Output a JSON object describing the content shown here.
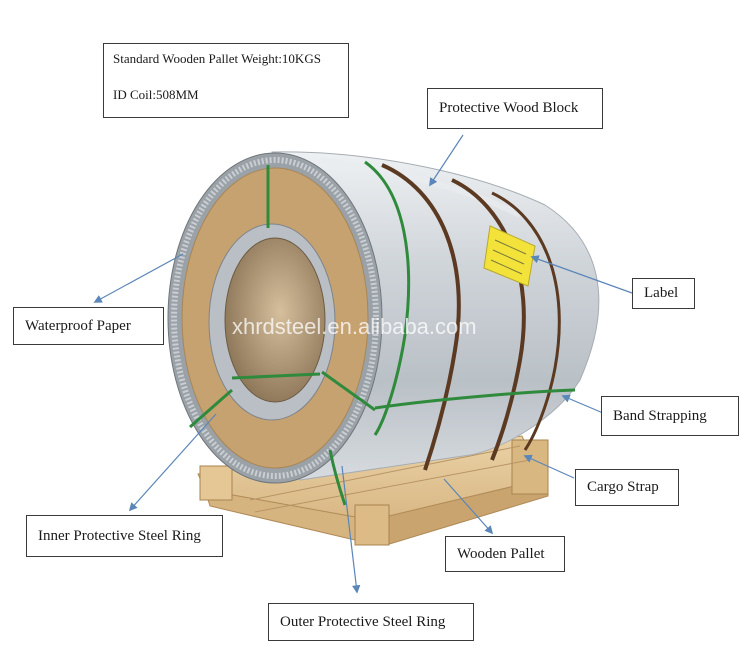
{
  "info": {
    "pallet_weight": "Standard Wooden Pallet Weight:10KGS",
    "id_coil": "ID Coil:508MM"
  },
  "watermark": "xhrdsteel.en.alibaba.com",
  "labels": {
    "protective_wood_block": "Protective Wood Block",
    "label": "Label",
    "waterproof_paper": "Waterproof Paper",
    "band_strapping": "Band Strapping",
    "cargo_strap": "Cargo Strap",
    "inner_protective_steel_ring": "Inner Protective Steel Ring",
    "wooden_pallet": "Wooden Pallet",
    "outer_protective_steel_ring": "Outer Protective Steel Ring"
  },
  "colors": {
    "arrow": "#5b86b8",
    "steel": "#c8ced4",
    "paper": "#c7a271",
    "wood": "#e3c596",
    "green_band": "#2f8a3c",
    "brown_band": "#5c3a22",
    "label_sticker": "#f2e23a"
  }
}
